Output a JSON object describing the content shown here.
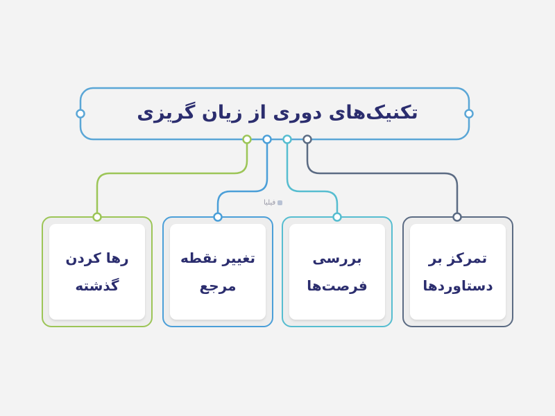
{
  "title": "تکنیک‌های دوری از زیان گریزی",
  "logo_text": "فیلیا",
  "colors": {
    "background": "#f3f3f3",
    "text": "#2b2d6e",
    "title_frame": "#5aa6d6",
    "green": "#9cc557",
    "blue": "#4b9fd8",
    "cyan": "#56bdd0",
    "slate": "#5b6b83"
  },
  "cards": [
    {
      "line1": "رها کردن",
      "line2": "گذشته"
    },
    {
      "line1": "تغییر نقطه",
      "line2": "مرجع"
    },
    {
      "line1": "بررسی",
      "line2": "فرصت‌ها"
    },
    {
      "line1": "تمرکز بر",
      "line2": "دستاوردها"
    }
  ]
}
